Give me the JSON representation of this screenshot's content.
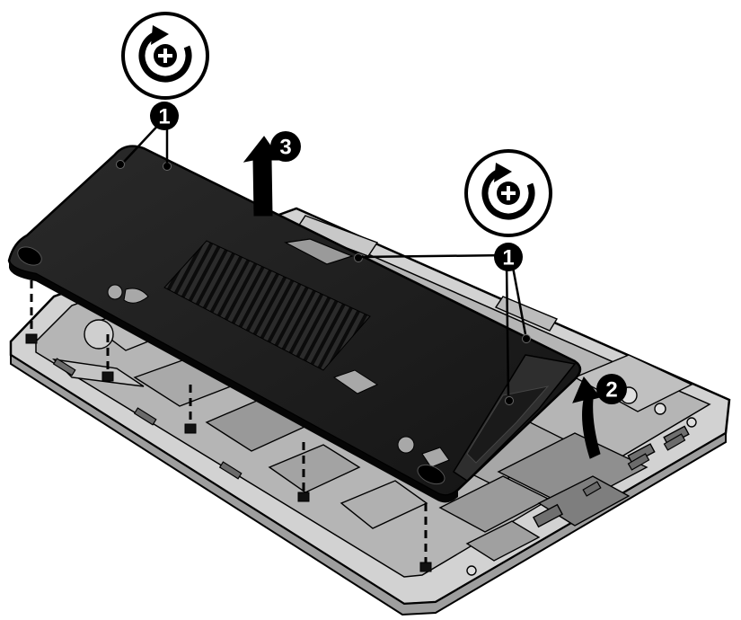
{
  "callouts": [
    {
      "id": "remove-screws",
      "label": "1"
    },
    {
      "id": "lift-edge",
      "label": "2"
    },
    {
      "id": "remove-cover",
      "label": "3"
    }
  ],
  "icons": {
    "screw_rotation": "counterclockwise-screwdriver-icon"
  },
  "colors": {
    "cover": "#1c1c1c",
    "chassis": "#c9c9c9",
    "outline": "#000000",
    "callout_fill": "#000000",
    "callout_text": "#ffffff"
  }
}
